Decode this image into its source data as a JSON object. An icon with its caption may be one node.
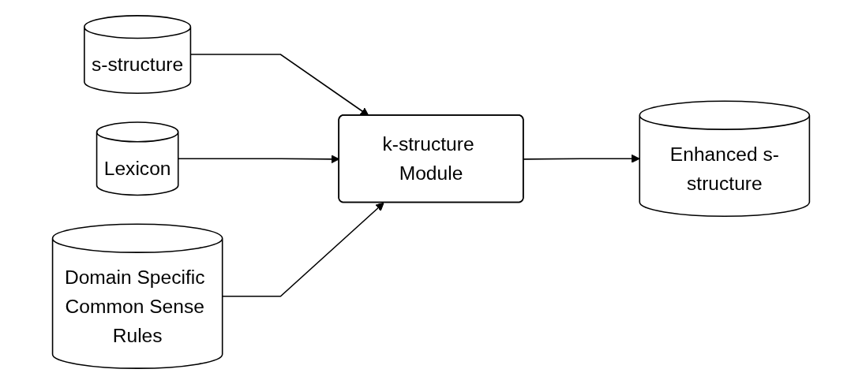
{
  "diagram": {
    "nodes": [
      {
        "text": [
          "s-structure"
        ]
      },
      {
        "text": [
          "Lexicon"
        ]
      },
      {
        "text": [
          "Domain Specific Common Sense Rules"
        ]
      },
      {
        "text": [
          "k-structure Module"
        ]
      },
      {
        "text": [
          "Enhanced s-structure"
        ]
      }
    ],
    "edges": [
      {
        "from": 0,
        "to": 3,
        "arrow": "to"
      },
      {
        "from": 1,
        "to": 3,
        "arrow": "to"
      },
      {
        "from": 2,
        "to": 3,
        "arrow": "to"
      },
      {
        "from": 3,
        "to": 4,
        "arrow": "to"
      }
    ]
  }
}
